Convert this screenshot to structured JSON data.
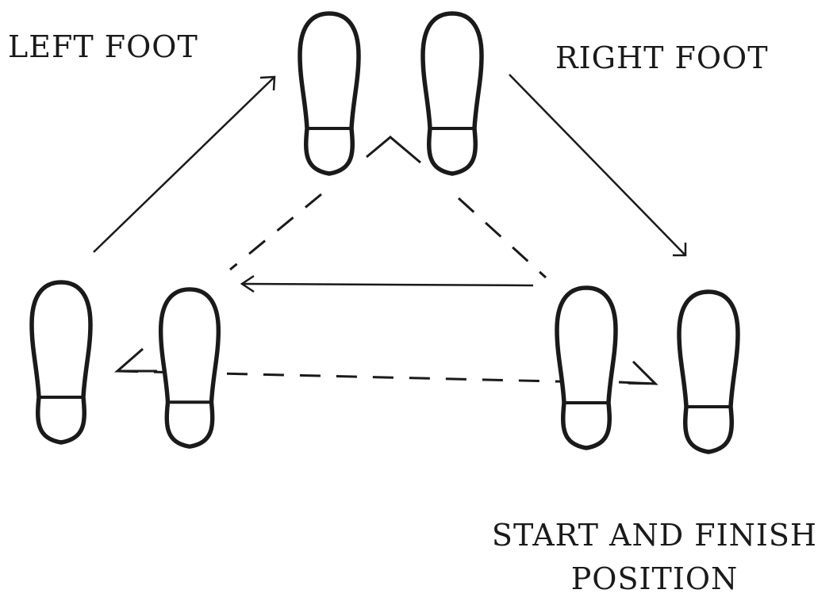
{
  "labels": {
    "left_foot": "LEFT FOOT",
    "right_foot": "RIGHT FOOT",
    "start_line1": "START AND FINISH",
    "start_line2": "POSITION"
  },
  "colors": {
    "ink": "#1a1a1a",
    "background": "#ffffff"
  },
  "feet": [
    {
      "position": "top",
      "side": "left"
    },
    {
      "position": "top",
      "side": "right"
    },
    {
      "position": "lower-left",
      "side": "left"
    },
    {
      "position": "lower-left",
      "side": "right"
    },
    {
      "position": "lower-right",
      "side": "left"
    },
    {
      "position": "lower-right",
      "side": "right"
    }
  ],
  "arrows": [
    {
      "from": "lower-left",
      "to": "top",
      "style": "solid"
    },
    {
      "from": "top",
      "to": "lower-right",
      "style": "solid"
    },
    {
      "from": "lower-right",
      "to": "lower-left",
      "style": "solid"
    }
  ]
}
